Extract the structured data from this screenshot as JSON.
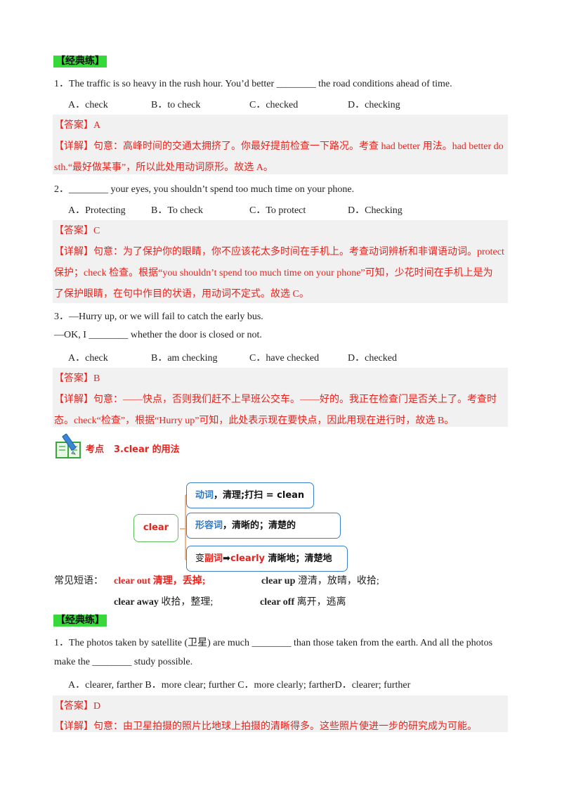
{
  "tags": {
    "classic": "【经典练】"
  },
  "q1": {
    "stem": "1．The traffic is so heavy in the rush hour. You’d better ________ the road conditions ahead of time.",
    "options": [
      "A．check",
      "B．to check",
      "C．checked",
      "D．checking"
    ],
    "answer": "【答案】A",
    "detail_lines": [
      "【详解】句意：高峰时间的交通太拥挤了。你最好提前检查一下路况。考查 had better 用法。had better do",
      "sth.“最好做某事”，所以此处用动词原形。故选 A。"
    ]
  },
  "q2": {
    "stem": "2．________ your eyes, you shouldn’t spend too much time on your phone.",
    "options": [
      "A．Protecting",
      "B．To check",
      "C．To protect",
      "D．Checking"
    ],
    "answer": "【答案】C",
    "detail_lines": [
      "【详解】句意：为了保护你的眼睛，你不应该花太多时间在手机上。考查动词辨析和非谓语动词。protect",
      "保护；check 检查。根据“you shouldn’t spend too much time on your phone”可知，少花时间在手机上是为",
      "了保护眼睛，在句中作目的状语，用动词不定式。故选 C。"
    ]
  },
  "q3": {
    "stem1": "3．—Hurry up, or we will fail to catch the early bus.",
    "stem2": "—OK, I ________ whether the door is closed or not.",
    "options": [
      "A．check",
      "B．am checking",
      "C．have checked",
      "D．checked"
    ],
    "answer": "【答案】B",
    "detail_lines": [
      "【详解】句意：——快点，否则我们赶不上早班公交车。——好的。我正在检查门是否关上了。考查时",
      "态。check“检查”，根据“Hurry up”可知，此处表示现在要快点，因此用现在进行时，故选 B。"
    ]
  },
  "kaodian": {
    "label": "考点",
    "title": "3.clear 的用法"
  },
  "mindmap": {
    "root": "clear",
    "n1_a": "动词",
    "n1_b": "，清理;打扫 = clean",
    "n2_a": "形容词",
    "n2_b": "，清晰的；清楚的",
    "n3_a": "变",
    "n3_b": "副词",
    "n3_c": "clearly",
    "n3_d": " 清晰地；清楚地"
  },
  "phrases": {
    "label": "常见短语：",
    "p1_en": "clear out",
    "p1_cn": " 清理，丢掉;",
    "p2_en": "clear up",
    "p2_cn": " 澄清，放晴，收拾;",
    "p3_en": "clear away",
    "p3_cn": " 收拾，整理;",
    "p4_en": "clear off",
    "p4_cn": " 离开，逃离"
  },
  "q4": {
    "stem1": "1．The photos taken by satellite (卫星) are much ________ than those taken from the earth. And all the photos",
    "stem2": "make the ________ study possible.",
    "options": "A．clearer, farther   B．more clear; further   C．more clearly; fartherD．clearer; further",
    "answer": "【答案】D",
    "detail_lines": [
      "【详解】句意：由卫星拍摄的照片比地球上拍摄的清晰得多。这些照片使进一步的研究成为可能。"
    ]
  },
  "colors": {
    "tag_green": "#36d83a",
    "answer_red": "#e8231d",
    "node_blue": "#3a7fd0",
    "connector_orange": "#f0a060",
    "root_green": "#5cbf5c"
  }
}
